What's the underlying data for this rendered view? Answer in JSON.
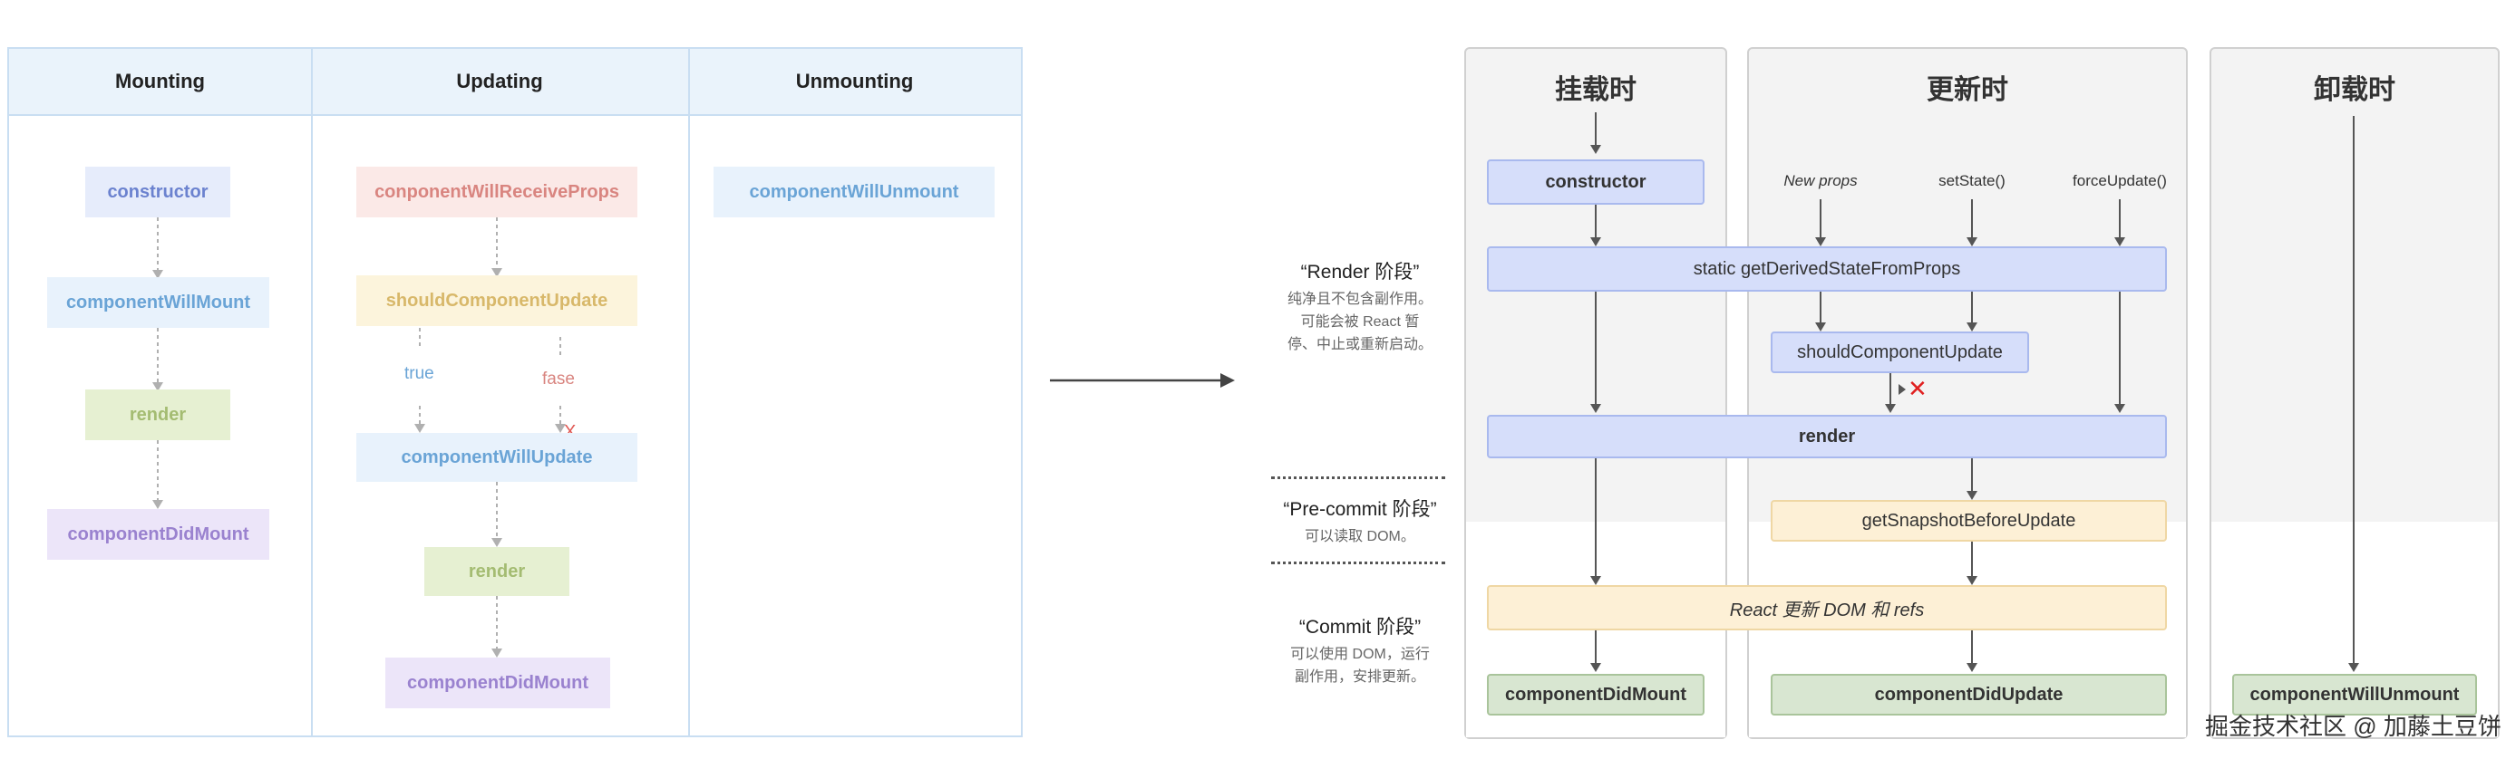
{
  "left": {
    "headers": [
      "Mounting",
      "Updating",
      "Unmounting"
    ],
    "mounting": [
      "constructor",
      "componentWillMount",
      "render",
      "componentDidMount"
    ],
    "updating": [
      "conponentWillReceiveProps",
      "shouldComponentUpdate",
      "componentWillUpdate",
      "render",
      "componentDidMount"
    ],
    "unmounting": [
      "componentWillUnmount"
    ],
    "branch_true": "true",
    "branch_false": "fase",
    "x_mark": "X"
  },
  "right": {
    "columns": [
      "挂载时",
      "更新时",
      "卸载时"
    ],
    "phases": [
      {
        "title": "“Render 阶段”",
        "desc": [
          "纯净且不包含副作用。",
          "可能会被 React 暂",
          "停、中止或重新启动。"
        ]
      },
      {
        "title": "“Pre-commit 阶段”",
        "desc": [
          "可以读取 DOM。"
        ]
      },
      {
        "title": "“Commit 阶段”",
        "desc": [
          "可以使用 DOM，运行",
          "副作用，安排更新。"
        ]
      }
    ],
    "triggers": [
      "New props",
      "setState()",
      "forceUpdate()"
    ],
    "boxes": {
      "constructor": "constructor",
      "gdsfp": "static getDerivedStateFromProps",
      "scu": "shouldComponentUpdate",
      "render": "render",
      "snapshot": "getSnapshotBeforeUpdate",
      "react_update": "React 更新 DOM 和 refs",
      "did_mount": "componentDidMount",
      "did_update": "componentDidUpdate",
      "will_unmount": "componentWillUnmount"
    },
    "cancel_mark": "✕"
  },
  "watermark": "掘金技术社区 @ 加藤土豆饼",
  "colors": {
    "arrow": "#555555",
    "left_arrow": "#b0b0b0",
    "cancel": "#e02020"
  }
}
